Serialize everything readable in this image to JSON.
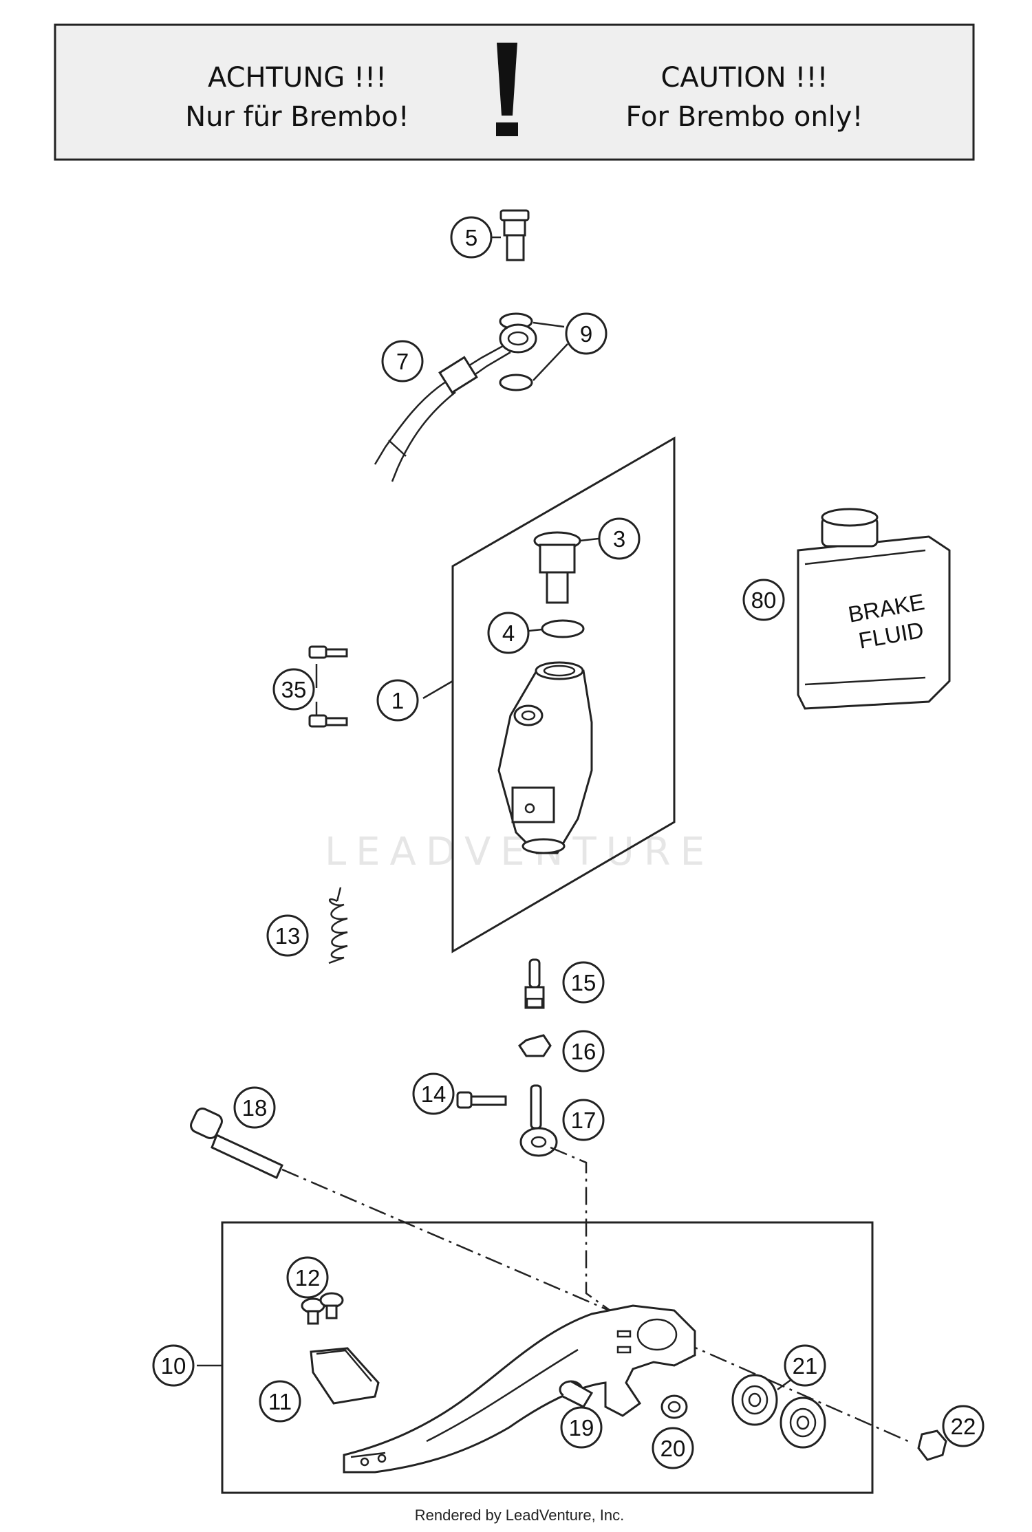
{
  "banner": {
    "left_line1": "ACHTUNG !!!",
    "left_line2": "Nur für Brembo!",
    "right_line1": "CAUTION !!!",
    "right_line2": "For Brembo only!"
  },
  "callouts": {
    "c1": "1",
    "c3": "3",
    "c4": "4",
    "c5": "5",
    "c7": "7",
    "c9": "9",
    "c10": "10",
    "c11": "11",
    "c12": "12",
    "c13": "13",
    "c14": "14",
    "c15": "15",
    "c16": "16",
    "c17": "17",
    "c18": "18",
    "c19": "19",
    "c20": "20",
    "c21": "21",
    "c22": "22",
    "c35": "35",
    "c80": "80"
  },
  "can_label": {
    "line1": "BRAKE",
    "line2": "FLUID"
  },
  "watermark": "LEADVENTURE",
  "footer": "Rendered by LeadVenture, Inc."
}
